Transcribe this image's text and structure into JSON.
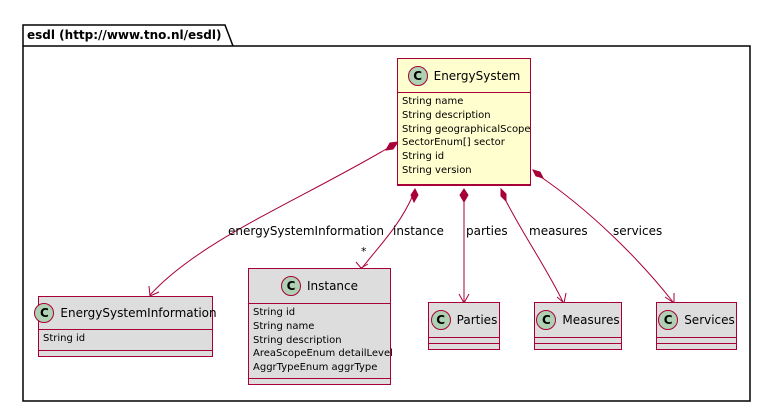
{
  "package": {
    "title": "esdl (http://www.tno.nl/esdl)"
  },
  "classes": {
    "energy_system": {
      "stereotype": "C",
      "name": "EnergySystem",
      "attributes": [
        "String name",
        "String description",
        "String geographicalScope",
        "SectorEnum[] sector",
        "String id",
        "String version"
      ]
    },
    "energy_system_information": {
      "stereotype": "C",
      "name": "EnergySystemInformation",
      "attributes": [
        "String id"
      ]
    },
    "instance": {
      "stereotype": "C",
      "name": "Instance",
      "attributes": [
        "String id",
        "String name",
        "String description",
        "AreaScopeEnum detailLevel",
        "AggrTypeEnum aggrType"
      ]
    },
    "parties": {
      "stereotype": "C",
      "name": "Parties",
      "attributes": []
    },
    "measures": {
      "stereotype": "C",
      "name": "Measures",
      "attributes": []
    },
    "services": {
      "stereotype": "C",
      "name": "Services",
      "attributes": []
    }
  },
  "relations": [
    {
      "from": "EnergySystem",
      "to": "EnergySystemInformation",
      "type": "composition",
      "label": "energySystemInformation"
    },
    {
      "from": "EnergySystem",
      "to": "Instance",
      "type": "composition",
      "label": "instance",
      "multiplicity": "*"
    },
    {
      "from": "EnergySystem",
      "to": "Parties",
      "type": "composition",
      "label": "parties"
    },
    {
      "from": "EnergySystem",
      "to": "Measures",
      "type": "composition",
      "label": "measures"
    },
    {
      "from": "EnergySystem",
      "to": "Services",
      "type": "composition",
      "label": "services"
    }
  ],
  "colors": {
    "border": "#a80036",
    "class_fill": "#fefece",
    "class_fill_grey": "#dddddd",
    "badge": "#add1b2"
  }
}
